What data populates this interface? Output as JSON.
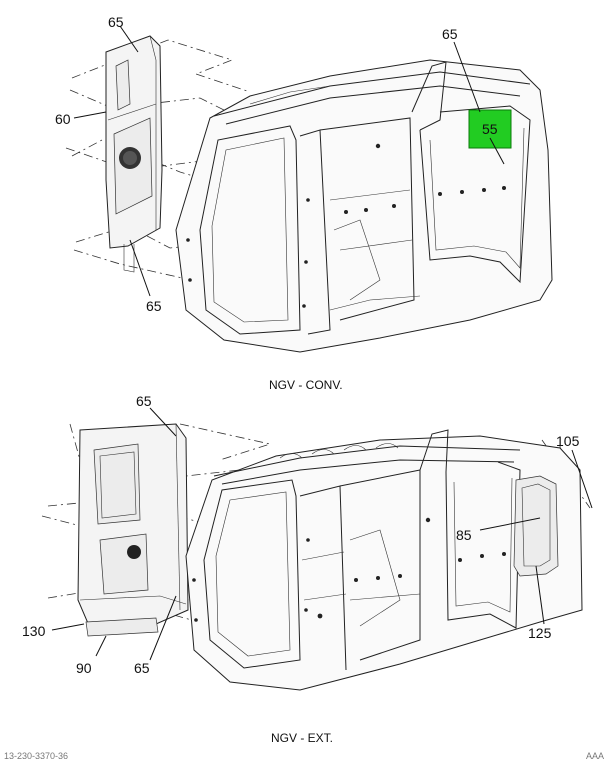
{
  "figure": {
    "upper_caption": "NGV - CONV.",
    "lower_caption": "NGV - EXT.",
    "footer_left": "13-230-3370-36",
    "footer_right": "AAA",
    "highlight_color": "#22cc22"
  },
  "callouts_upper": {
    "p65_top_left": "65",
    "p60": "60",
    "p65_bottom_left": "65",
    "p65_top_right": "65",
    "p55": "55"
  },
  "callouts_lower": {
    "p65_top": "65",
    "p105": "105",
    "p85": "85",
    "p125": "125",
    "p130": "130",
    "p90": "90",
    "p65_bottom": "65"
  }
}
